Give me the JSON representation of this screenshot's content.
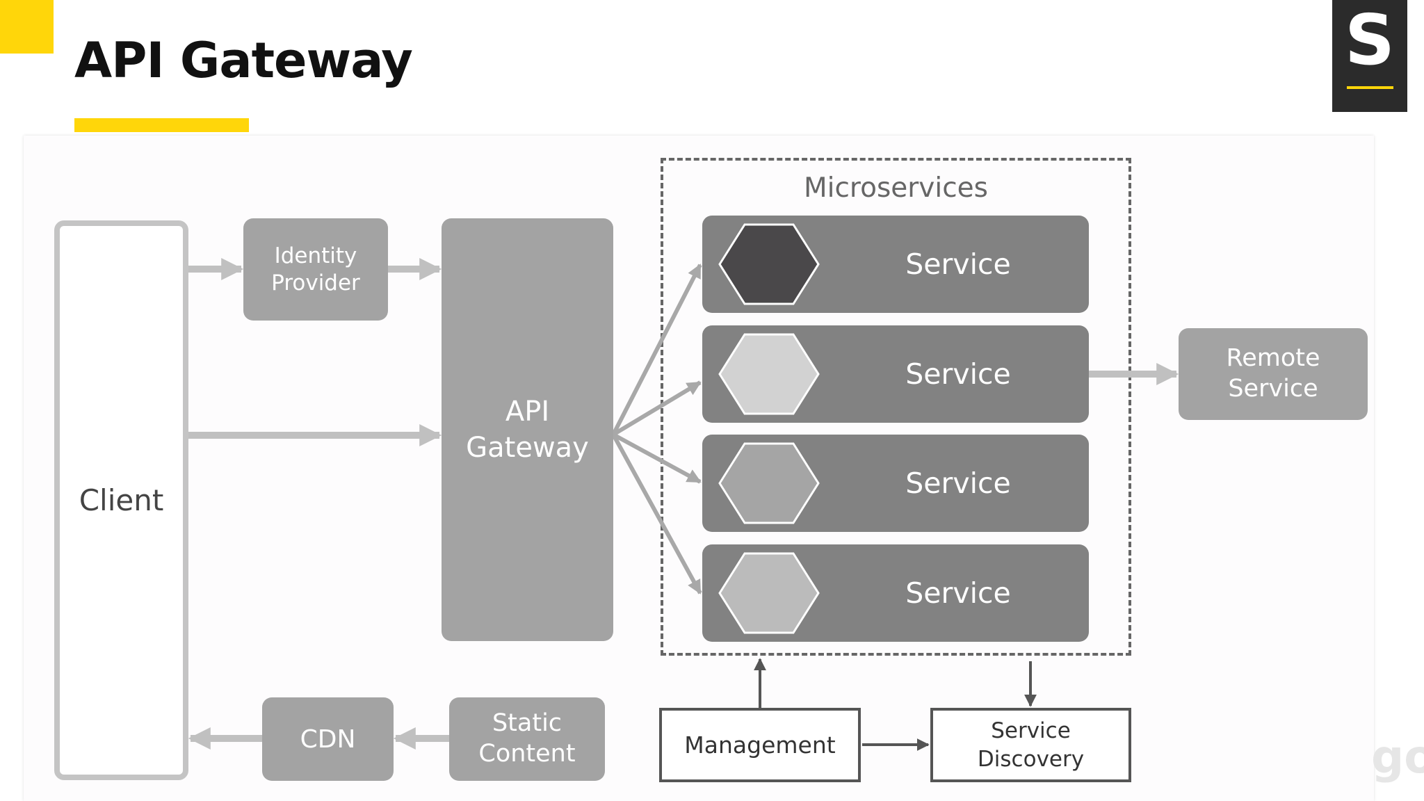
{
  "header": {
    "title": "API Gateway",
    "logo_letter": "S"
  },
  "diagram": {
    "client": "Client",
    "identity_provider": "Identity\nProvider",
    "api_gateway": "API\nGateway",
    "microservices_label": "Microservices",
    "services": [
      {
        "label": "Service",
        "hex_color": "#4a484a"
      },
      {
        "label": "Service",
        "hex_color": "#d2d2d2"
      },
      {
        "label": "Service",
        "hex_color": "#a5a5a5"
      },
      {
        "label": "Service",
        "hex_color": "#bbbbbb"
      }
    ],
    "remote_service": "Remote\nService",
    "cdn": "CDN",
    "static_content": "Static\nContent",
    "management": "Management",
    "service_discovery": "Service\nDiscovery"
  },
  "colors": {
    "accent_yellow": "#ffd60a",
    "box_gray": "#a3a3a3",
    "service_gray": "#828282",
    "badge_dark": "#2b2b2b"
  }
}
